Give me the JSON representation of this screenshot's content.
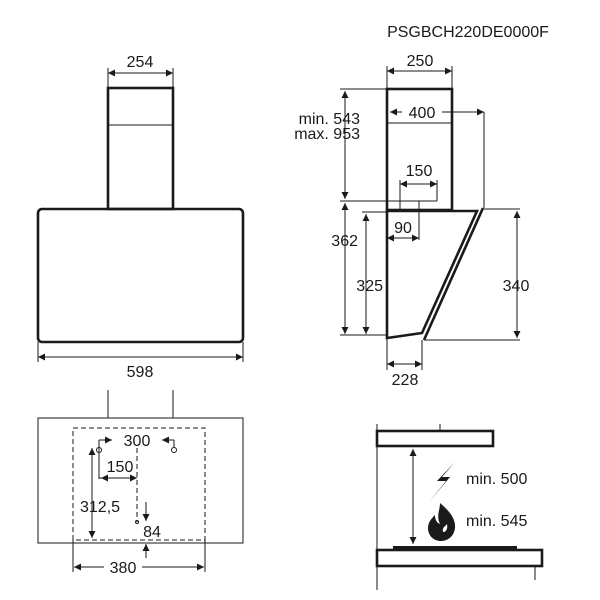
{
  "model": "PSGBCH220DE0000F",
  "front_view": {
    "chimney_width": "254",
    "hood_width": "598"
  },
  "side_view": {
    "chimney_width": "250",
    "chimney_height_min": "min. 543",
    "chimney_height_max": "max. 953",
    "depth_top": "400",
    "duct_width": "150",
    "duct_offset": "90",
    "total_height": "362",
    "body_height": "325",
    "glass_height": "340",
    "bottom_depth": "228"
  },
  "mounting": {
    "hole_spacing": "300",
    "hole_offset": "150",
    "vertical": "312,5",
    "bottom_offset": "84",
    "bracket_width": "380"
  },
  "clearance": {
    "electric": "min. 500",
    "gas": "min. 545",
    "icons": [
      "lightning-icon",
      "flame-icon"
    ]
  }
}
